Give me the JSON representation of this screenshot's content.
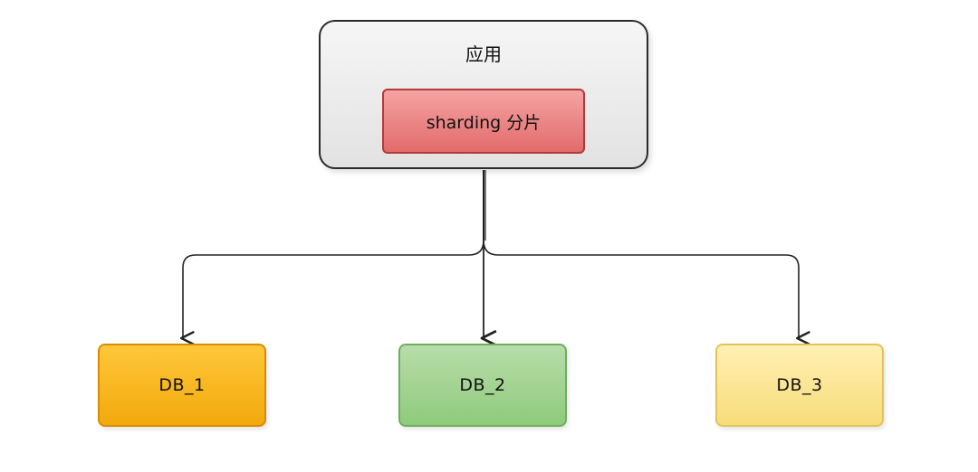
{
  "app": {
    "title": "应用",
    "fill_color": "#e6e6e6",
    "sharding_label": "sharding 分片",
    "sharding_color": "#e97575"
  },
  "databases": [
    {
      "label": "DB_1",
      "color": "#f5ae17"
    },
    {
      "label": "DB_2",
      "color": "#9fd18c"
    },
    {
      "label": "DB_3",
      "color": "#fbe48e"
    }
  ],
  "connector_color": "#222222"
}
